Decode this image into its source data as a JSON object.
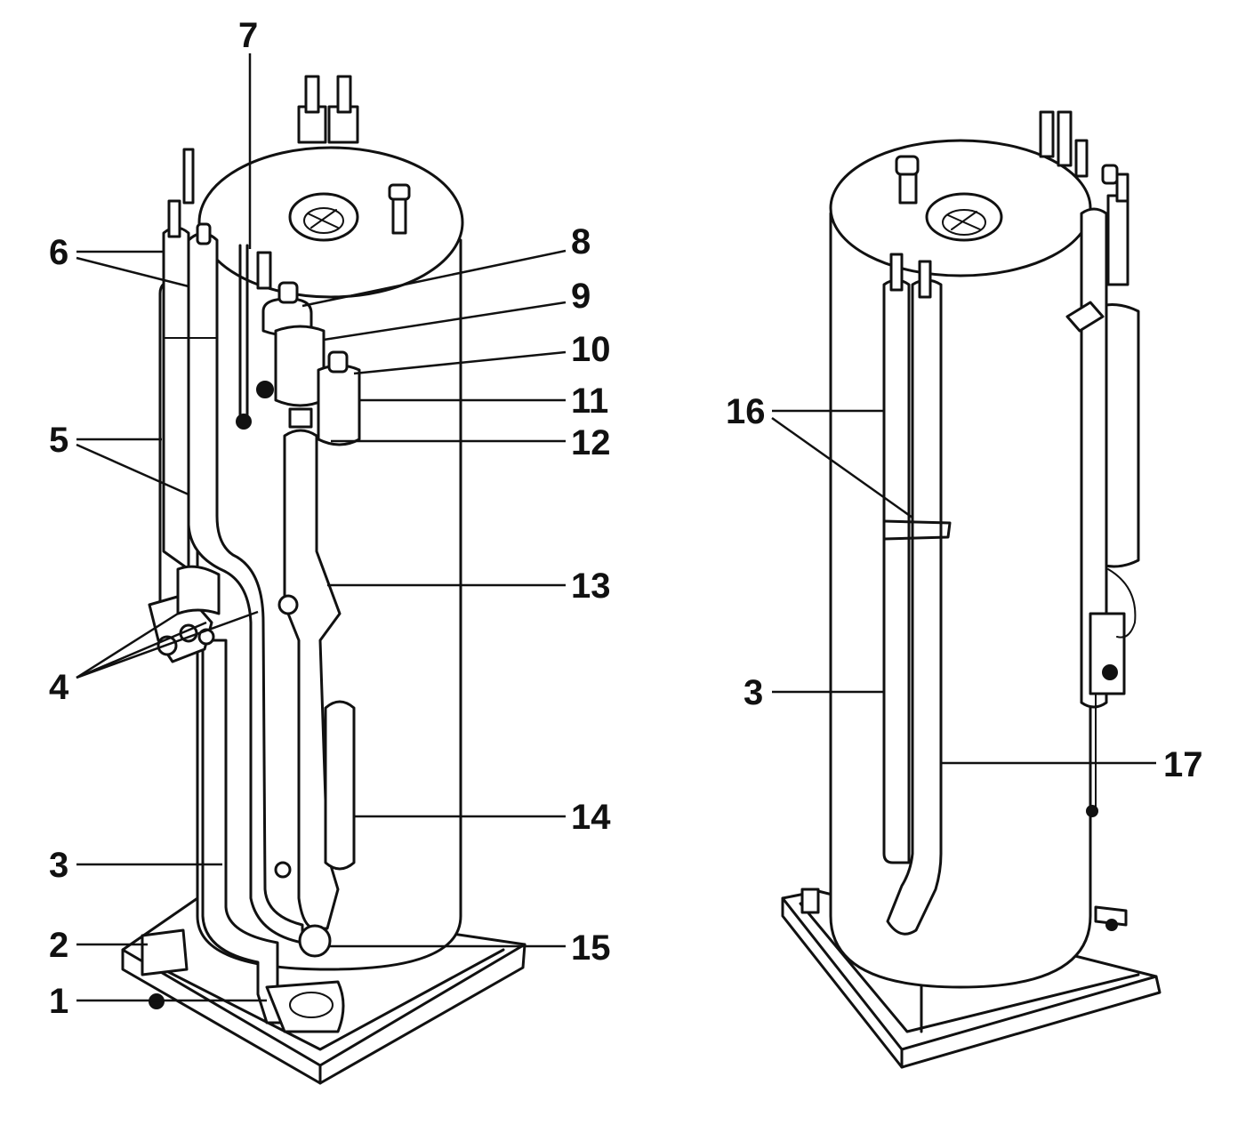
{
  "figure": {
    "left_view_labels": [
      "1",
      "2",
      "3",
      "4",
      "5",
      "6",
      "7",
      "8",
      "9",
      "10",
      "11",
      "12",
      "13",
      "14",
      "15"
    ],
    "right_view_labels": [
      "16",
      "3",
      "17"
    ]
  },
  "labels": {
    "l1": "1",
    "l2": "2",
    "l3": "3",
    "l4": "4",
    "l5": "5",
    "l6": "6",
    "l7": "7",
    "l8": "8",
    "l9": "9",
    "l10": "10",
    "l11": "11",
    "l12": "12",
    "l13": "13",
    "l14": "14",
    "l15": "15",
    "r16": "16",
    "r3": "3",
    "r17": "17"
  },
  "colors": {
    "line": "#111111",
    "background": "#ffffff"
  }
}
